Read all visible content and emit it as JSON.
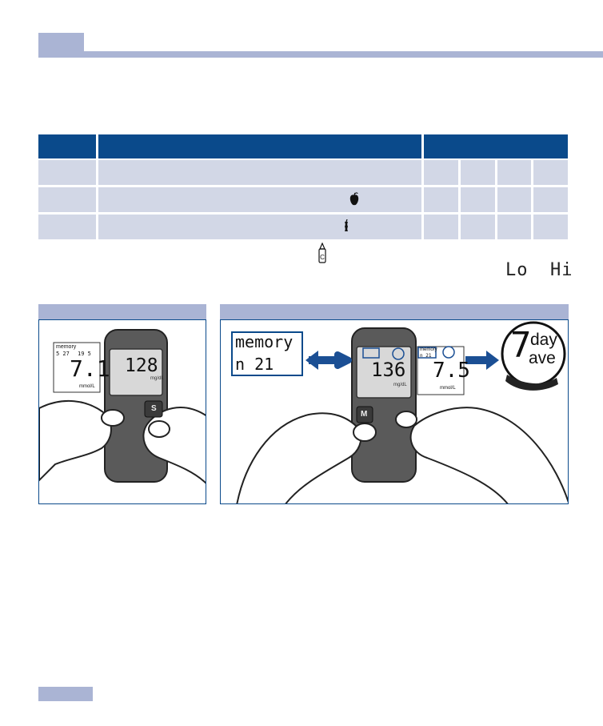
{
  "illustrations": {
    "left": {
      "meter_reading": "128",
      "meter_unit": "mg/dL",
      "meter_button": "S",
      "detail_label": "memory",
      "detail_date": "5 27",
      "detail_time": "19 5",
      "detail_value": "7.1",
      "detail_unit": "mmol/L"
    },
    "right": {
      "meter_reading": "136",
      "meter_unit": "mg/dL",
      "meter_button": "M",
      "callout_memory_word": "memory",
      "callout_memory_count": "n  21",
      "detail_label": "memory",
      "detail_count": "n 21",
      "detail_value": "7.5",
      "detail_unit": "mmol/L",
      "callout_day_value": "7",
      "callout_day_word": "day",
      "callout_ave_word": "ave"
    }
  },
  "legend": {
    "lo": "Lo",
    "hi": "Hi"
  },
  "colors": {
    "header_bar": "#aab4d4",
    "table_head": "#0a4a8b",
    "table_cell": "#d2d7e6",
    "arrow": "#1b4f94"
  }
}
